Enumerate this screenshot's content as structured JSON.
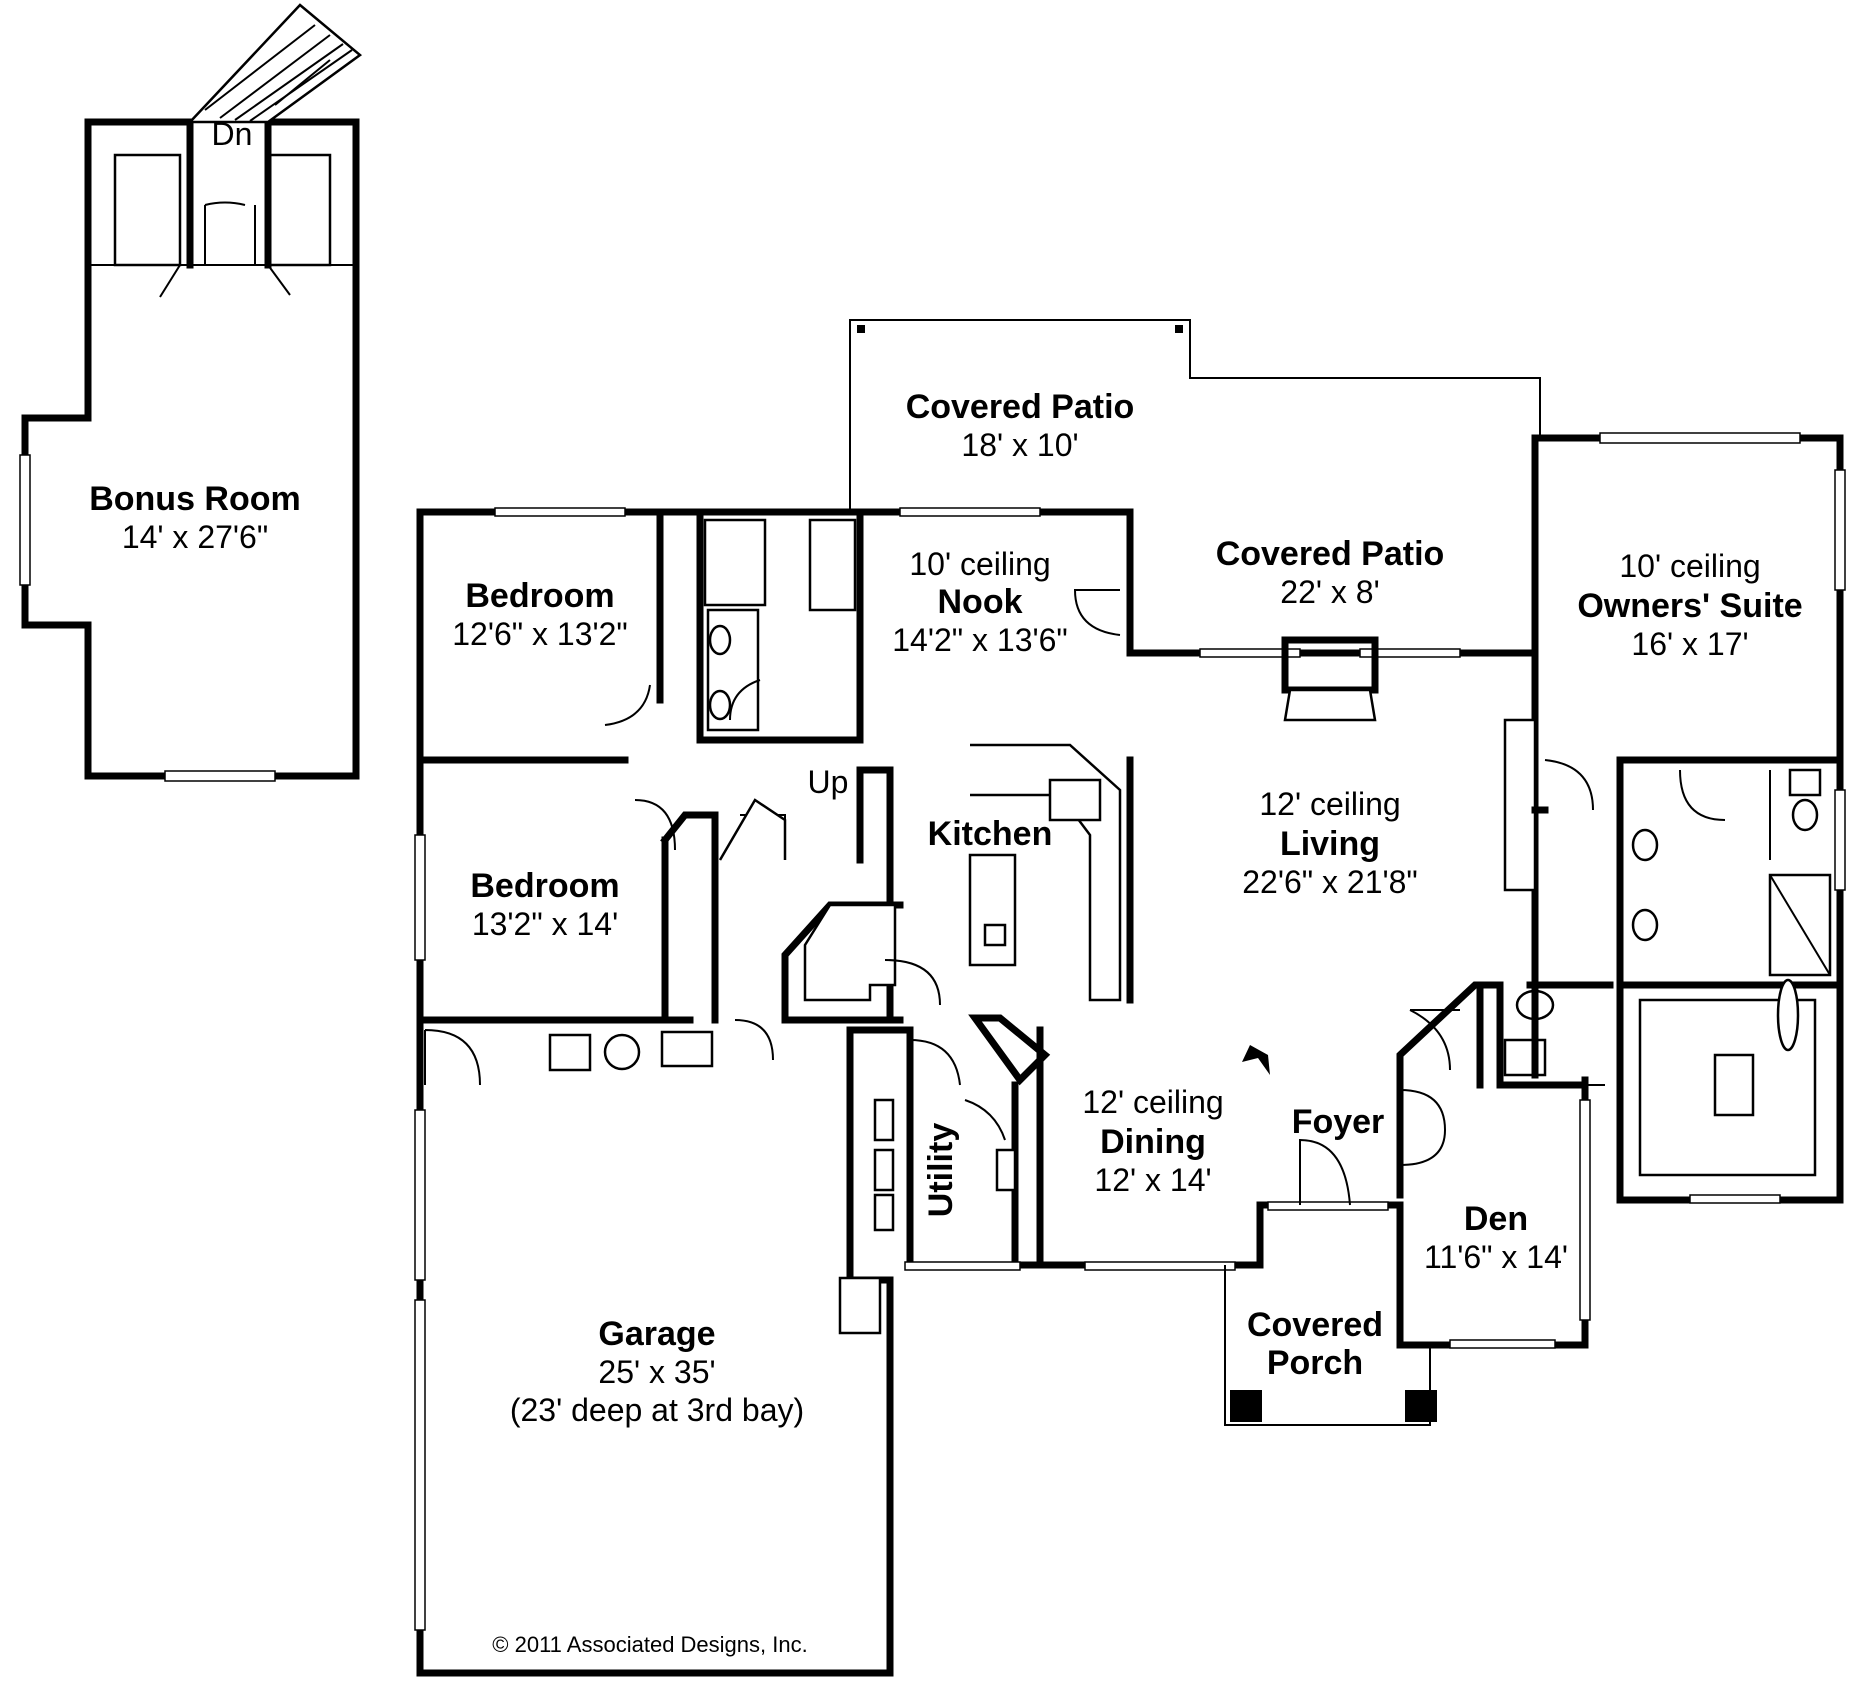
{
  "plan": {
    "labels": {
      "bonus_name": "Bonus Room",
      "bonus_size": "14' x 27'6\"",
      "dn": "Dn",
      "up": "Up",
      "patio1_name": "Covered Patio",
      "patio1_size": "18' x 10'",
      "patio2_name": "Covered Patio",
      "patio2_size": "22' x 8'",
      "bed1_name": "Bedroom",
      "bed1_size": "12'6\" x 13'2\"",
      "bed2_name": "Bedroom",
      "bed2_size": "13'2\" x 14'",
      "nook_ceiling": "10' ceiling",
      "nook_name": "Nook",
      "nook_size": "14'2\" x 13'6\"",
      "owners_ceiling": "10' ceiling",
      "owners_name": "Owners' Suite",
      "owners_size": "16' x 17'",
      "kitchen_name": "Kitchen",
      "living_ceiling": "12' ceiling",
      "living_name": "Living",
      "living_size": "22'6\" x 21'8\"",
      "dining_ceiling": "12' ceiling",
      "dining_name": "Dining",
      "dining_size": "12' x 14'",
      "foyer_name": "Foyer",
      "utility_name": "Utility",
      "den_name": "Den",
      "den_size": "11'6\" x 14'",
      "porch_line1": "Covered",
      "porch_line2": "Porch",
      "garage_name": "Garage",
      "garage_size": "25' x 35'",
      "garage_note": "(23' deep at 3rd bay)",
      "copyright": "© 2011 Associated Designs, Inc."
    }
  }
}
